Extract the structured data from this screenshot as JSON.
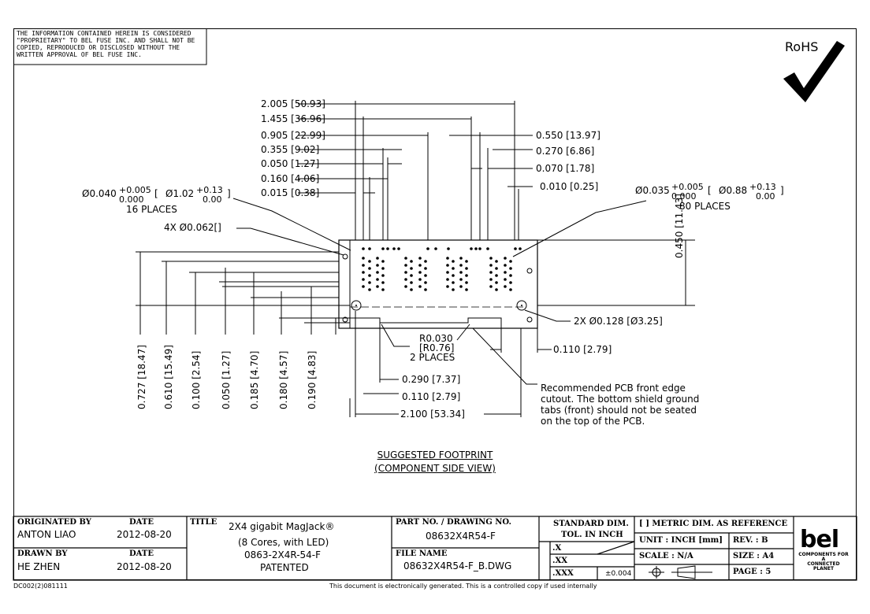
{
  "notice": [
    "THE INFORMATION CONTAINED HEREIN IS CONSIDERED",
    "\"PROPRIETARY\" TO BEL FUSE INC. AND SHALL NOT BE",
    "COPIED, REPRODUCED OR DISCLOSED WITHOUT THE",
    "WRITTEN APPROVAL OF BEL FUSE INC."
  ],
  "rohs": "RoHS",
  "dims_top_left": [
    "2.005 [50.93]",
    "1.455 [36.96]",
    "0.905 [22.99]",
    "0.355 [9.02]",
    "0.050 [1.27]",
    "0.160 [4.06]",
    "0.015 [0.38]"
  ],
  "dims_top_right": [
    "0.550 [13.97]",
    "0.270 [6.86]",
    "0.070 [1.78]",
    "0.010 [0.25]"
  ],
  "hole_left": {
    "main": "Ø0.040",
    "tol_up": "+0.005",
    "tol_dn": "0.000",
    "metric": "Ø1.02",
    "mtol_up": "+0.13",
    "mtol_dn": "0.00",
    "places": "16 PLACES"
  },
  "hole_right": {
    "main": "Ø0.035",
    "tol_up": "+0.005",
    "tol_dn": "0.000",
    "metric": "Ø0.88",
    "mtol_up": "+0.13",
    "mtol_dn": "0.00",
    "places": "80 PLACES"
  },
  "four_x": "4X Ø0.062[]",
  "dim_vert_right": "0.450 [11.43]",
  "two_x": "2X Ø0.128 [Ø3.25]",
  "radius": [
    "R0.030",
    "[R0.76]",
    "2 PLACES"
  ],
  "dim_0110_right": "0.110 [2.79]",
  "dims_bottom": [
    "0.290 [7.37]",
    "0.110 [2.79]",
    "2.100 [53.34]"
  ],
  "dims_vertical": [
    "0.727 [18.47]",
    "0.610 [15.49]",
    "0.100 [2.54]",
    "0.050 [1.27]",
    "0.185 [4.70]",
    "0.180 [4.57]",
    "0.190 [4.83]"
  ],
  "note": [
    "Recommended PCB front edge",
    "cutout. The bottom shield ground",
    "tabs (front) should not be seated",
    "on the top of the PCB."
  ],
  "caption": [
    "SUGGESTED FOOTPRINT",
    "(COMPONENT SIDE VIEW)"
  ],
  "title_block": {
    "originated_by_h": "ORIGINATED BY",
    "originated_by": "ANTON LIAO",
    "date_h": "DATE",
    "date1": "2012-08-20",
    "drawn_by_h": "DRAWN BY",
    "drawn_by": "HE ZHEN",
    "date2": "2012-08-20",
    "title_h": "TITLE",
    "title_lines": [
      "2X4 gigabit MagJack®",
      "(8 Cores, with LED)",
      "0863-2X4R-54-F",
      "PATENTED"
    ],
    "part_h": "PART NO. / DRAWING NO.",
    "part_no": "08632X4R54-F",
    "file_h": "FILE NAME",
    "file_name": "08632X4R54-F_B.DWG",
    "std_h1": "STANDARD DIM.",
    "std_h2": "TOL. IN INCH",
    "tol_x": ".X",
    "tol_xx": ".XX",
    "tol_xxx": ".XXX",
    "tol_xxx_val": "±0.004",
    "metric_ref": "[ ] METRIC DIM. AS REFERENCE",
    "unit": "UNIT : INCH [mm]",
    "rev": "REV. :   B",
    "scale": "SCALE :    N/A",
    "size": "SIZE :   A4",
    "page": "PAGE :   5",
    "logo": "bel",
    "logo_sub": [
      "COMPONENTS FOR A",
      "CONNECTED",
      "PLANET"
    ]
  },
  "footer_left": "DC002(2)081111",
  "footer_center": "This document is electronically generated. This is a controlled copy if used internally"
}
